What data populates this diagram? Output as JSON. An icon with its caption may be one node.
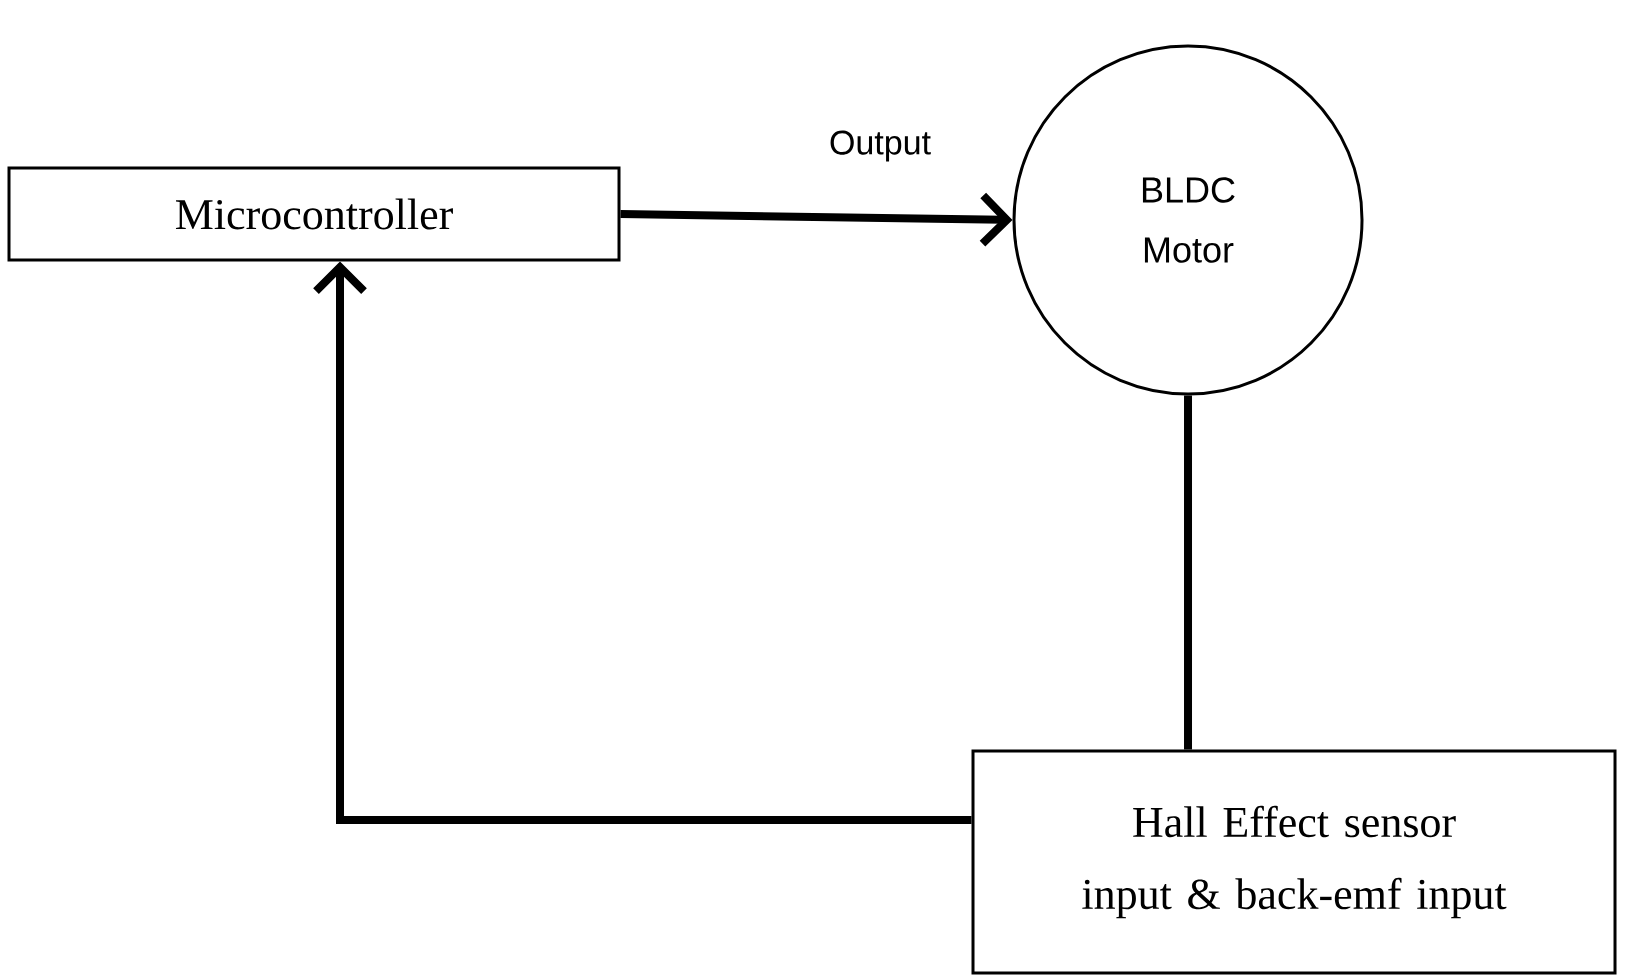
{
  "diagram": {
    "nodes": [
      {
        "text": [
          "Microcontroller"
        ]
      },
      {
        "text": [
          "BLDC Motor"
        ]
      },
      {
        "text": [
          "Hall Effect sensor input & back-emf input"
        ]
      }
    ],
    "edges": [
      {
        "from": 0,
        "to": 1,
        "arrow": "to",
        "label": "Output"
      },
      {
        "from": 1,
        "to": 2,
        "arrow": "none"
      },
      {
        "from": 2,
        "to": 0,
        "arrow": "to"
      }
    ]
  }
}
